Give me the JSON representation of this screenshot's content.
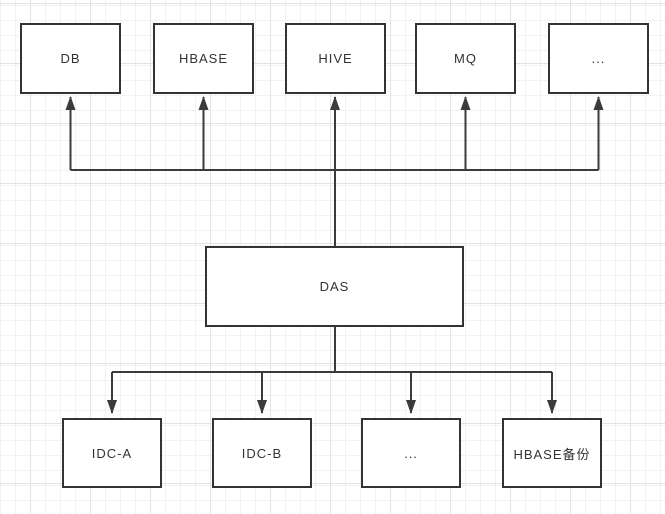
{
  "diagram": {
    "top_row": [
      {
        "id": "db",
        "label": "DB"
      },
      {
        "id": "hbase",
        "label": "HBASE"
      },
      {
        "id": "hive",
        "label": "HIVE"
      },
      {
        "id": "mq",
        "label": "MQ"
      },
      {
        "id": "ellipsis-top",
        "label": "..."
      }
    ],
    "center": {
      "id": "das",
      "label": "DAS"
    },
    "bottom_row": [
      {
        "id": "idc-a",
        "label": "IDC-A"
      },
      {
        "id": "idc-b",
        "label": "IDC-B"
      },
      {
        "id": "ellipsis-bottom",
        "label": "..."
      },
      {
        "id": "hbase-backup",
        "label": "HBASE备份"
      }
    ],
    "edges": [
      {
        "from": "DAS",
        "to": "DB",
        "arrow": "to"
      },
      {
        "from": "DAS",
        "to": "HBASE",
        "arrow": "to"
      },
      {
        "from": "DAS",
        "to": "HIVE",
        "arrow": "to"
      },
      {
        "from": "DAS",
        "to": "MQ",
        "arrow": "to"
      },
      {
        "from": "DAS",
        "to": "...",
        "arrow": "to"
      },
      {
        "from": "DAS",
        "to": "IDC-A",
        "arrow": "to"
      },
      {
        "from": "DAS",
        "to": "IDC-B",
        "arrow": "to"
      },
      {
        "from": "DAS",
        "to": "...",
        "arrow": "to"
      },
      {
        "from": "DAS",
        "to": "HBASE备份",
        "arrow": "to"
      }
    ]
  },
  "colors": {
    "background": "#ffffff",
    "grid_minor": "#f2f2f2",
    "grid_major": "#e3e3e3",
    "node_border": "#333333",
    "node_fill": "#ffffff",
    "connector": "#3b3b3b",
    "text": "#333333"
  }
}
